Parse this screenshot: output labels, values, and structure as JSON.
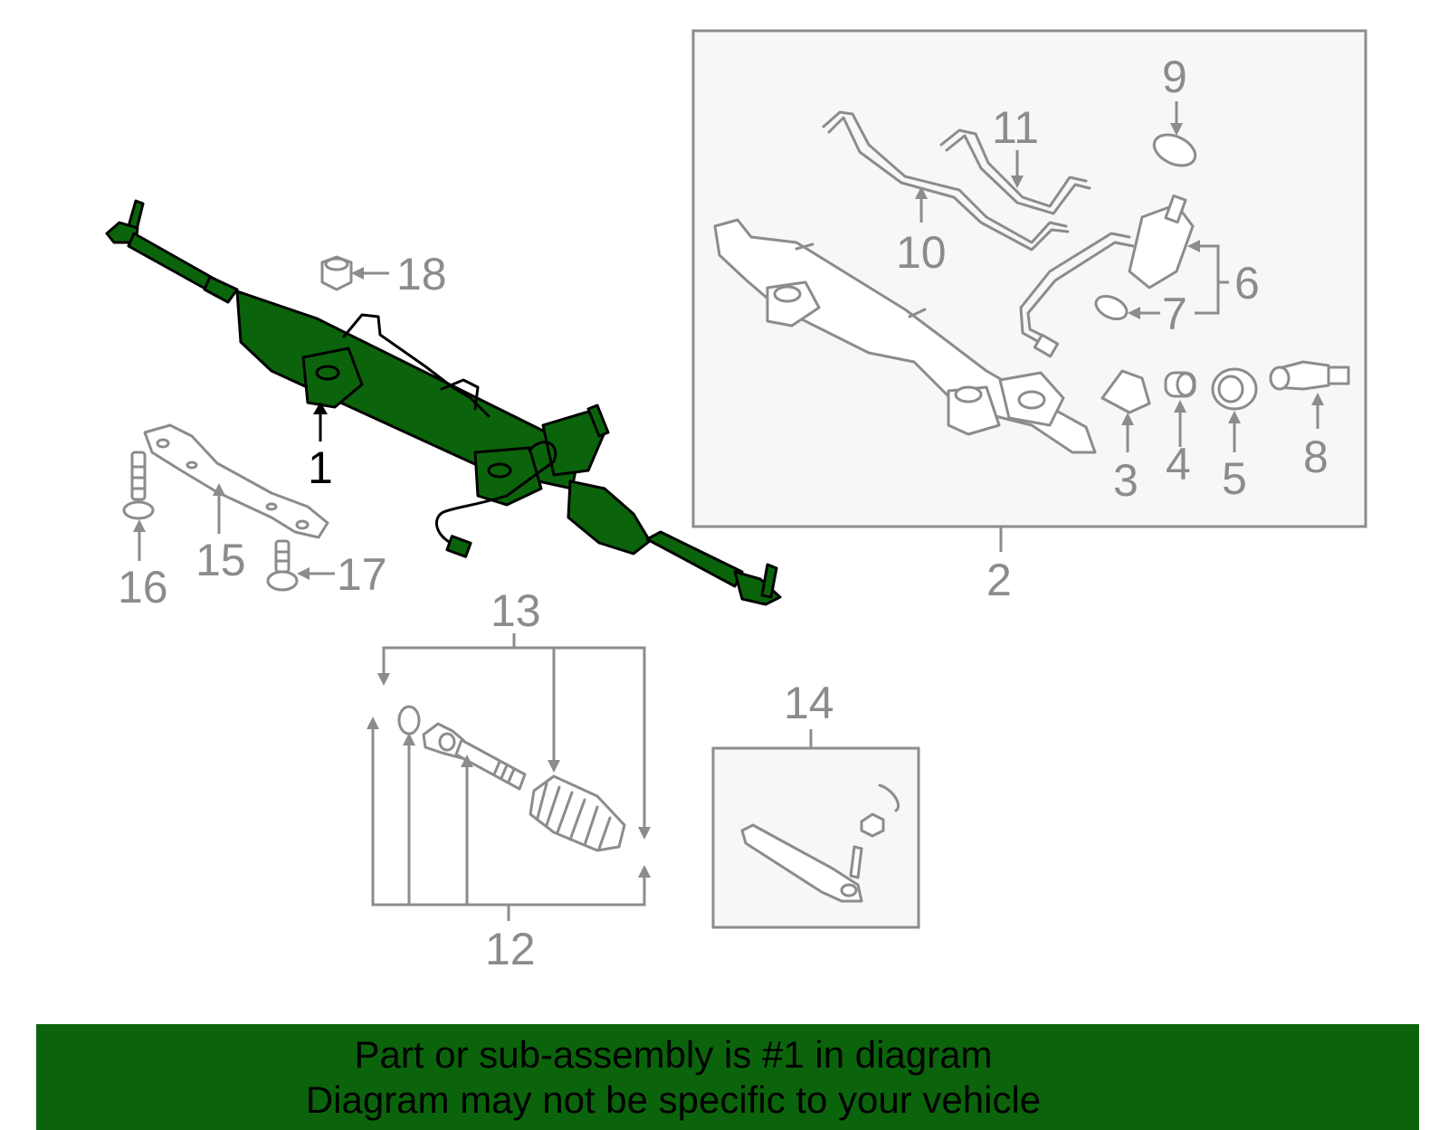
{
  "colors": {
    "highlight": "#0b640b",
    "part_outline": "#8c8c8c",
    "box_fill": "#f7f7f7",
    "banner_bg": "#0b640b"
  },
  "callouts": {
    "c1": "1",
    "c2": "2",
    "c3": "3",
    "c4": "4",
    "c5": "5",
    "c6": "6",
    "c7": "7",
    "c8": "8",
    "c9": "9",
    "c10": "10",
    "c11": "11",
    "c12": "12",
    "c13": "13",
    "c14": "14",
    "c15": "15",
    "c16": "16",
    "c17": "17",
    "c18": "18"
  },
  "banner": {
    "line1": "Part or sub-assembly is #1 in diagram",
    "line2": "Diagram may not be specific to your vehicle"
  }
}
